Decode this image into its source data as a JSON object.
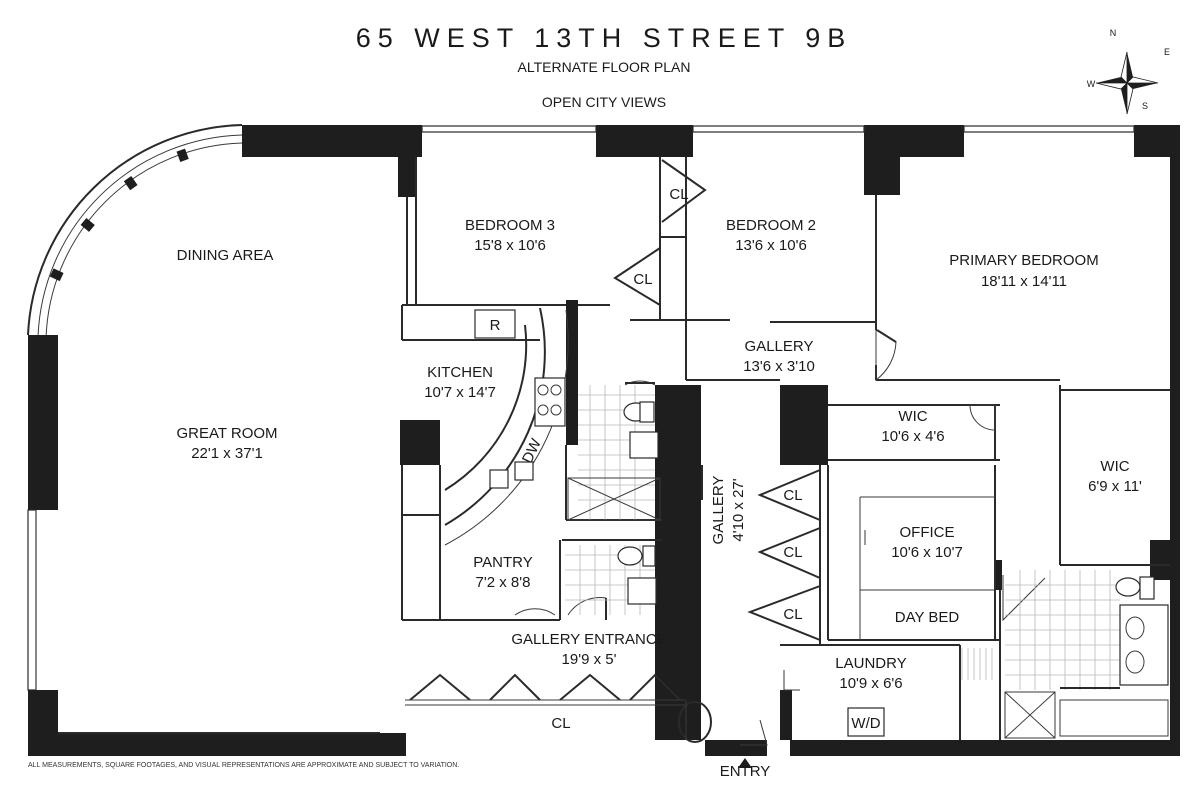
{
  "header": {
    "address": "65 WEST 13TH STREET 9B",
    "subtitle": "ALTERNATE FLOOR PLAN",
    "views": "OPEN CITY VIEWS"
  },
  "compass": {
    "north": "N",
    "east": "E",
    "south": "S",
    "west": "W"
  },
  "rooms": {
    "dining_area": {
      "name": "DINING AREA"
    },
    "great_room": {
      "name": "GREAT ROOM",
      "size": "22'1 x 37'1"
    },
    "bedroom3": {
      "name": "BEDROOM 3",
      "size": "15'8 x 10'6"
    },
    "bedroom2": {
      "name": "BEDROOM 2",
      "size": "13'6 x 10'6"
    },
    "primary_bedroom": {
      "name": "PRIMARY BEDROOM",
      "size": "18'11 x 14'11"
    },
    "kitchen": {
      "name": "KITCHEN",
      "size": "10'7 x 14'7"
    },
    "gallery_top": {
      "name": "GALLERY",
      "size": "13'6 x 3'10"
    },
    "wic_top": {
      "name": "WIC",
      "size": "10'6 x 4'6"
    },
    "wic_right": {
      "name": "WIC",
      "size": "6'9 x 11'"
    },
    "gallery_side": {
      "name": "GALLERY",
      "size": "4'10 x 27'"
    },
    "office": {
      "name": "OFFICE",
      "size": "10'6 x 10'7"
    },
    "day_bed": {
      "name": "DAY BED"
    },
    "pantry": {
      "name": "PANTRY",
      "size": "7'2 x 8'8"
    },
    "gallery_entrance": {
      "name": "GALLERY  ENTRANCE",
      "size": "19'9 x 5'"
    },
    "laundry": {
      "name": "LAUNDRY",
      "size": "10'9 x 6'6"
    }
  },
  "fixtures": {
    "refrigerator": "R",
    "dishwasher": "DW",
    "washer_dryer": "W/D",
    "closet": "CL"
  },
  "entry_label": "ENTRY",
  "disclaimer": "ALL MEASUREMENTS, SQUARE FOOTAGES, AND VISUAL REPRESENTATIONS ARE APPROXIMATE AND SUBJECT TO VARIATION."
}
